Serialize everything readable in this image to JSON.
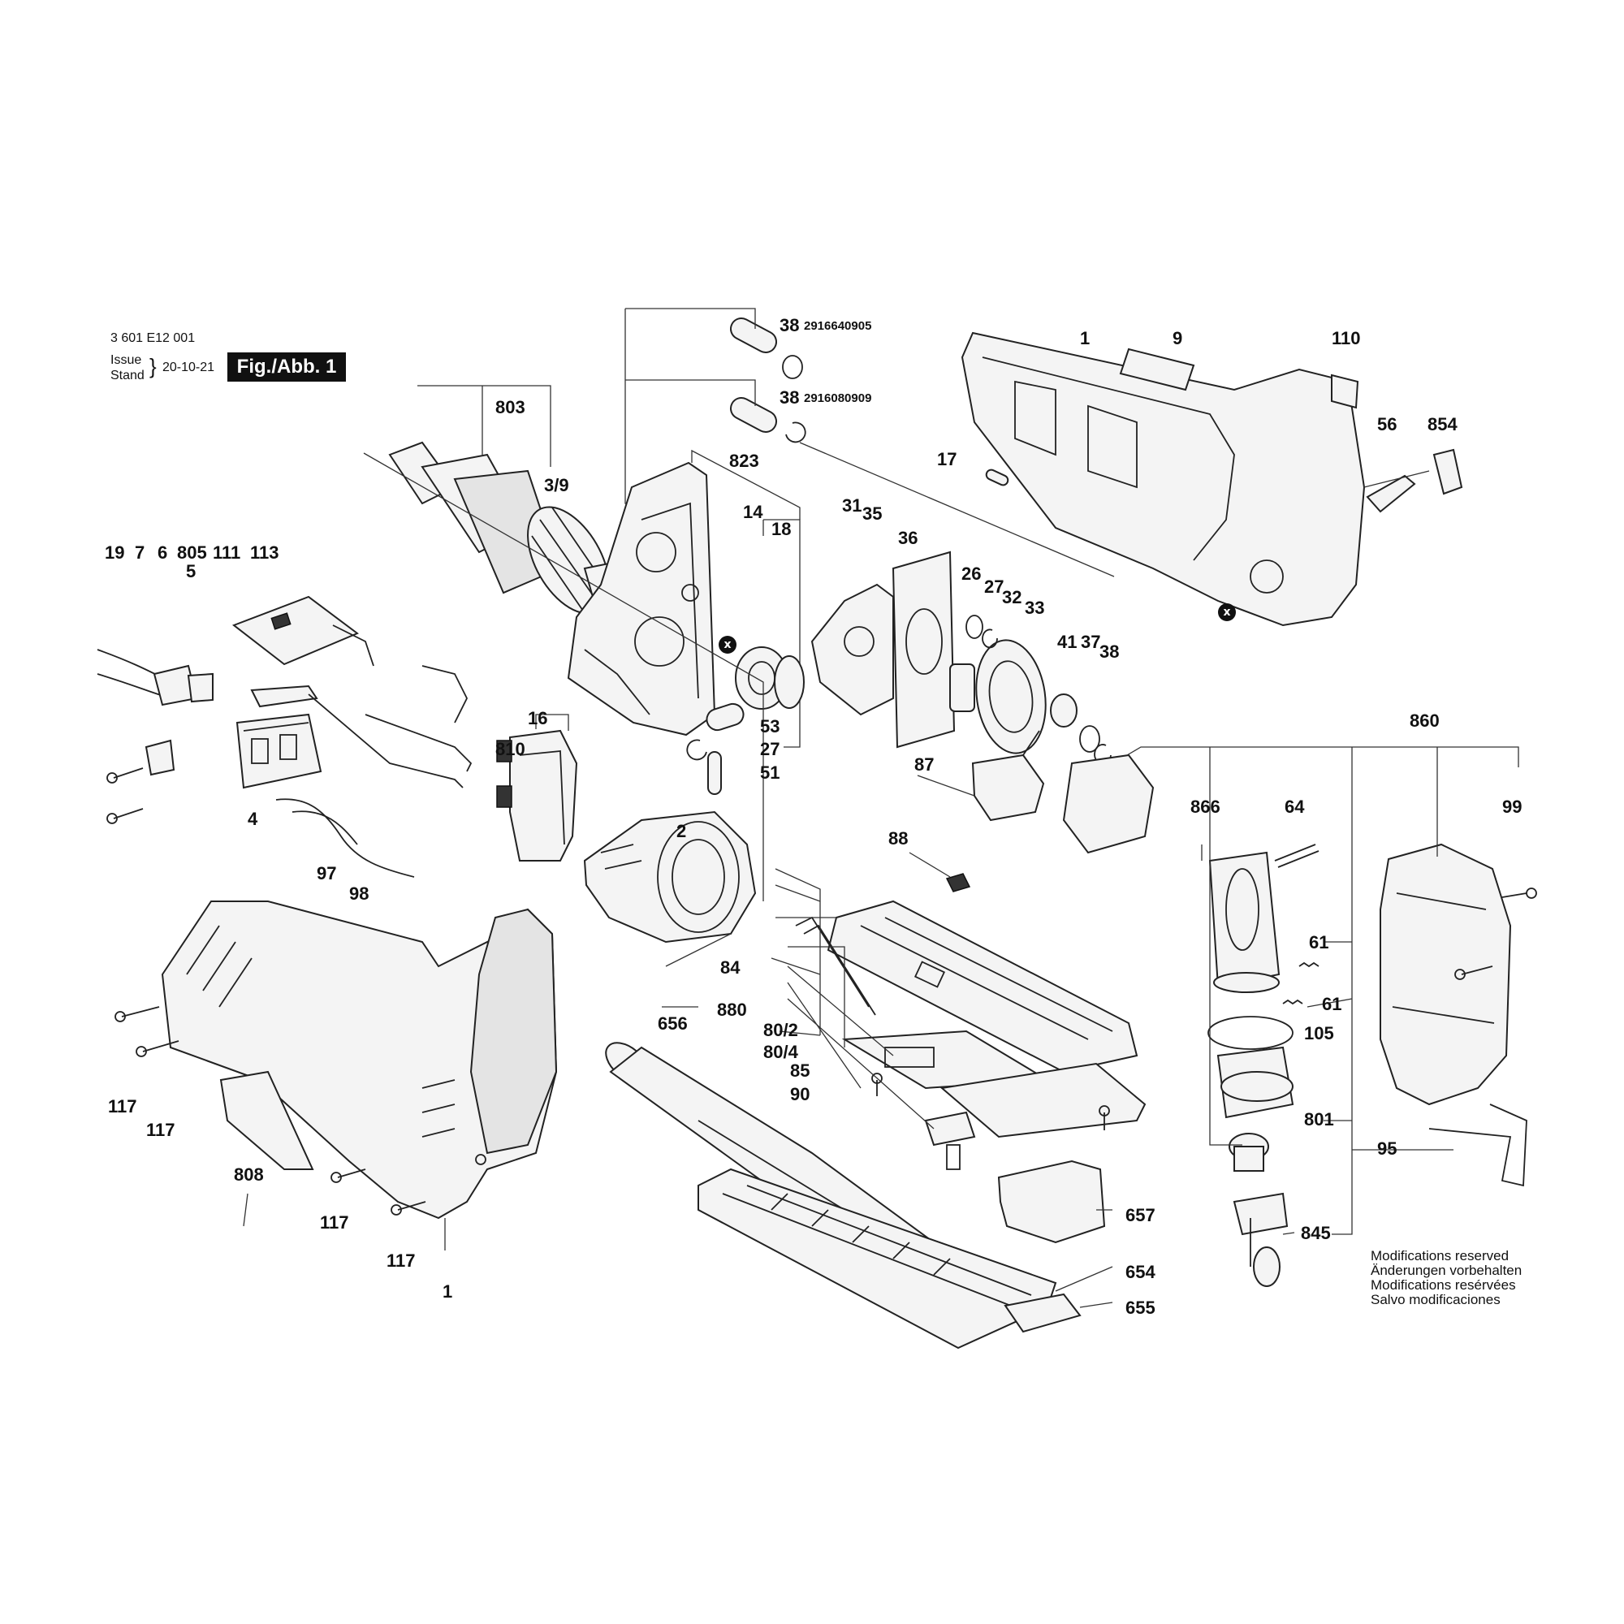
{
  "header": {
    "doc_number": "3 601 E12 001",
    "issue_label": "Issue",
    "stand_label": "Stand",
    "date": "20-10-21",
    "figure_label": "Fig./Abb. 1"
  },
  "part_numbers": {
    "pn_38_a": "2916640905",
    "pn_38_b": "2916080909"
  },
  "callouts": {
    "c38a": "38",
    "c38b": "38",
    "c1_top": "1",
    "c9": "9",
    "c110": "110",
    "c803": "803",
    "c39": "3/9",
    "c823": "823",
    "c14": "14",
    "c18": "18",
    "c17": "17",
    "c56": "56",
    "c854": "854",
    "c31": "31",
    "c35": "35",
    "c36": "36",
    "c26": "26",
    "c27a": "27",
    "c32": "32",
    "c33": "33",
    "c41": "41",
    "c37": "37",
    "c38c": "38",
    "c19": "19",
    "c7": "7",
    "c6": "6",
    "c805": "805",
    "c5": "5",
    "c111": "111",
    "c113": "113",
    "c16": "16",
    "c810": "810",
    "c53": "53",
    "c27b": "27",
    "c51": "51",
    "c87": "87",
    "c860": "860",
    "c866": "866",
    "c64": "64",
    "c99": "99",
    "c4": "4",
    "c97": "97",
    "c98": "98",
    "c2": "2",
    "c88": "88",
    "c84": "84",
    "c880": "880",
    "c802": "80/2",
    "c804": "80/4",
    "c85": "85",
    "c90": "90",
    "c61a": "61",
    "c61b": "61",
    "c105": "105",
    "c801": "801",
    "c95": "95",
    "c656": "656",
    "c117a": "117",
    "c117b": "117",
    "c117c": "117",
    "c117d": "117",
    "c808": "808",
    "c1_bottom": "1",
    "c657": "657",
    "c654": "654",
    "c655": "655",
    "c845": "845"
  },
  "markers": {
    "x_symbol": "x"
  },
  "notes": {
    "line1": "Modifications reserved",
    "line2": "Änderungen vorbehalten",
    "line3": "Modifications resérvées",
    "line4": "Salvo modificaciones"
  }
}
